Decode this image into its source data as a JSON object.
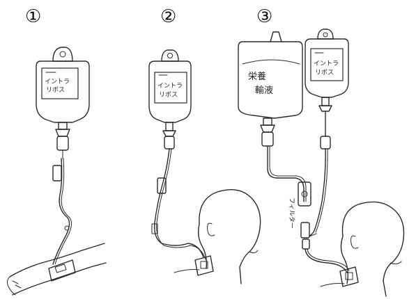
{
  "panels": [
    {
      "number": "①",
      "bags": [
        {
          "label_line1": "イントラ",
          "label_line2": "リポス"
        }
      ]
    },
    {
      "number": "②",
      "bags": [
        {
          "label_line1": "イントラ",
          "label_line2": "リポス"
        }
      ]
    },
    {
      "number": "③",
      "bags": [
        {
          "label_line1": "栄養",
          "label_line2": "輸液"
        },
        {
          "label_line1": "イントラ",
          "label_line2": "リポス"
        }
      ],
      "filter_label": "フィルター"
    }
  ],
  "colors": {
    "ink": "#2a2a2a",
    "background": "#ffffff"
  }
}
